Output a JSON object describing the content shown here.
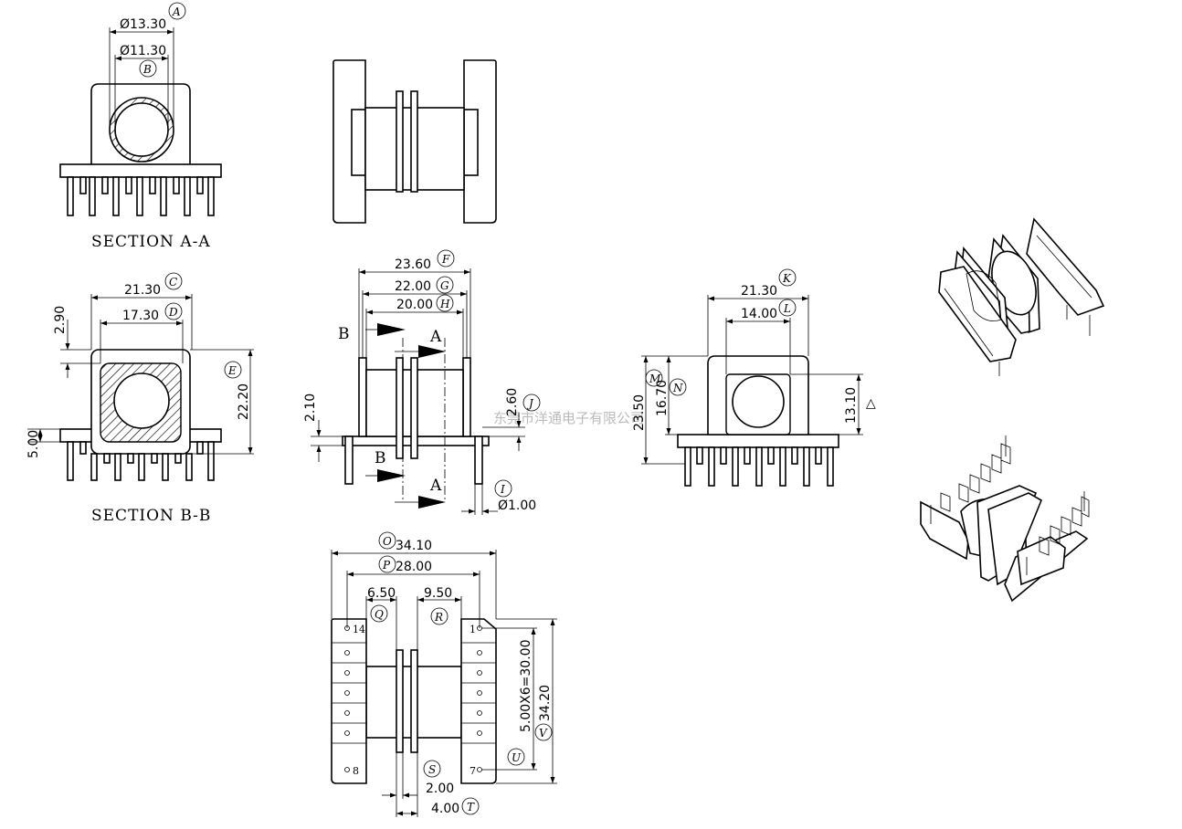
{
  "drawing": {
    "watermark": "东莞市洋通电子有限公司",
    "note_symbol": "△",
    "section_aa": {
      "caption": "SECTION A-A",
      "dims": [
        {
          "tag": "A",
          "value": "Ø13.30"
        },
        {
          "tag": "B",
          "value": "Ø11.30"
        }
      ]
    },
    "section_bb": {
      "caption": "SECTION B-B",
      "dims": [
        {
          "tag": "C",
          "value": "21.30"
        },
        {
          "tag": "D",
          "value": "17.30"
        },
        {
          "tag": "E",
          "value": "22.20"
        },
        {
          "tag": "",
          "value": "2.90"
        },
        {
          "tag": "",
          "value": "5.00"
        }
      ]
    },
    "front_view": {
      "section_marks": [
        "B",
        "A",
        "B",
        "A"
      ],
      "dims": [
        {
          "tag": "F",
          "value": "23.60"
        },
        {
          "tag": "G",
          "value": "22.00"
        },
        {
          "tag": "H",
          "value": "20.00"
        },
        {
          "tag": "",
          "value": "2.10"
        },
        {
          "tag": "J",
          "value": "2.60"
        },
        {
          "tag": "I",
          "value": "Ø1.00"
        }
      ]
    },
    "side_view": {
      "dims": [
        {
          "tag": "K",
          "value": "21.30"
        },
        {
          "tag": "L",
          "value": "14.00"
        },
        {
          "tag": "M",
          "value": "23.50"
        },
        {
          "tag": "N",
          "value": "16.70"
        },
        {
          "tag": "",
          "value": "13.10"
        }
      ]
    },
    "bottom_view": {
      "pin_labels": [
        "14",
        "1",
        "8",
        "7"
      ],
      "dims": [
        {
          "tag": "O",
          "value": "34.10"
        },
        {
          "tag": "P",
          "value": "28.00"
        },
        {
          "tag": "Q",
          "value": "6.50"
        },
        {
          "tag": "R",
          "value": "9.50"
        },
        {
          "tag": "U",
          "value": "5.00X6=30.00"
        },
        {
          "tag": "V",
          "value": "34.20"
        },
        {
          "tag": "S",
          "value": "2.00"
        },
        {
          "tag": "T",
          "value": "4.00"
        }
      ]
    }
  }
}
